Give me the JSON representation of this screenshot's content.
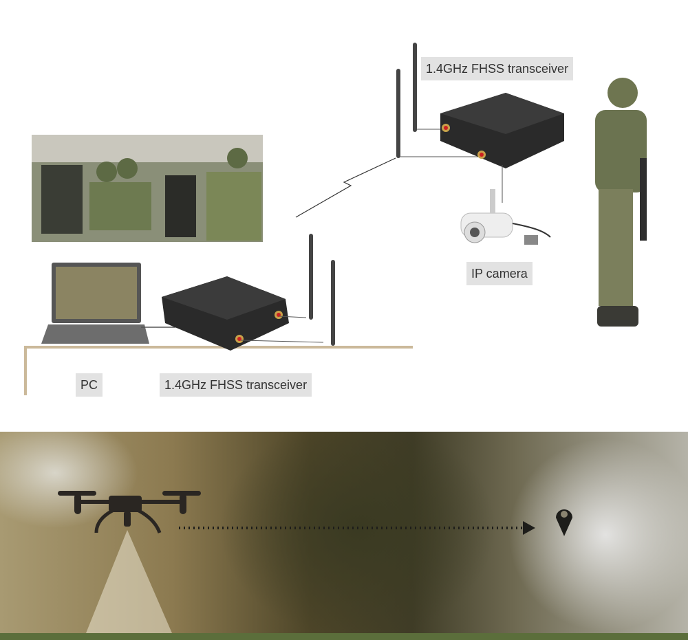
{
  "labels": {
    "top_transceiver": "1.4GHz FHSS transceiver",
    "ip_camera": "IP camera",
    "pc": "PC",
    "bottom_transceiver": "1.4GHz FHSS transceiver"
  },
  "colors": {
    "label_bg": "#e2e2e2",
    "desk_line": "#cbb99a",
    "bottom_bar": "#5b6e3b",
    "antenna_tip": "#cc2020"
  }
}
